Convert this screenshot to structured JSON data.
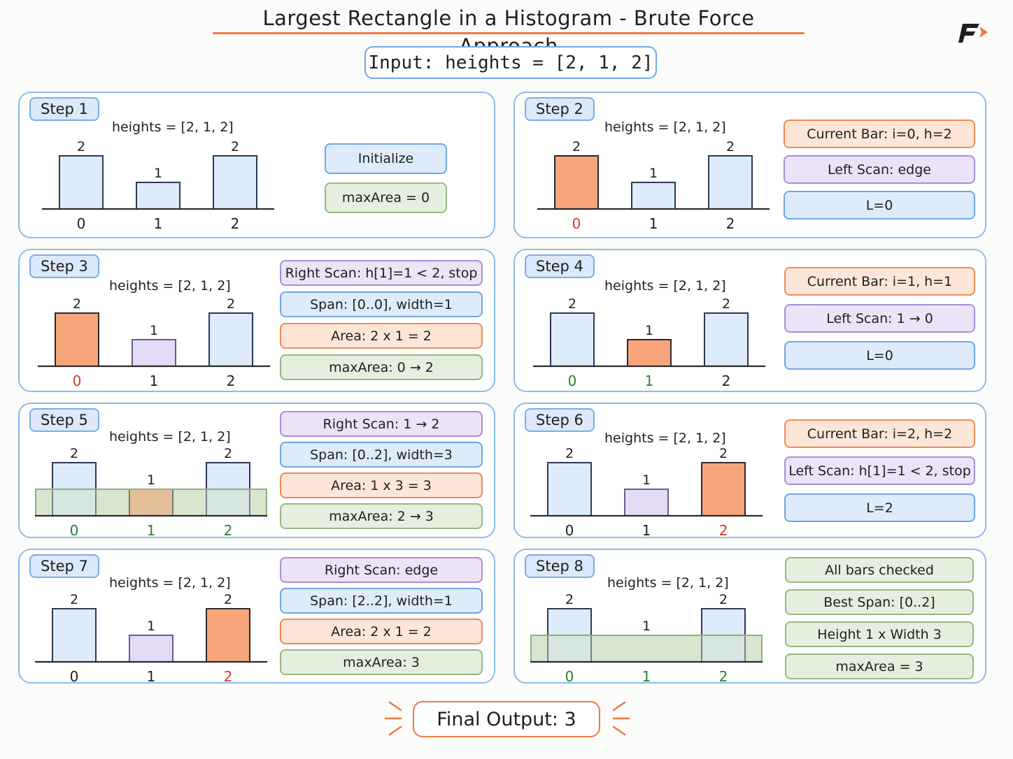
{
  "title": "Largest Rectangle in a Histogram - Brute Force Approach",
  "input": "Input: heights = [2, 1, 2]",
  "final_output": "Final Output: 3",
  "colors": {
    "blue": "#deebfb",
    "orange": "#f6a57b",
    "purple": "#e4dcf5",
    "green": "#dde9d3",
    "accent": "#ee7a43",
    "red_index": "#d9372b",
    "green_index": "#2e7d2e"
  },
  "steps": [
    {
      "badge": "Step 1",
      "heights_text": "heights = [2, 1, 2]",
      "bars": [
        {
          "index": "0",
          "value": 2,
          "label": "2",
          "fill": "blue",
          "index_color": "dark"
        },
        {
          "index": "1",
          "value": 1,
          "label": "1",
          "fill": "blue",
          "index_color": "dark"
        },
        {
          "index": "2",
          "value": 2,
          "label": "2",
          "fill": "blue",
          "index_color": "dark"
        }
      ],
      "infos": [
        {
          "text": "Initialize",
          "color": "blue"
        },
        {
          "text": "maxArea = 0",
          "color": "green"
        }
      ]
    },
    {
      "badge": "Step 2",
      "heights_text": "heights = [2, 1, 2]",
      "bars": [
        {
          "index": "0",
          "value": 2,
          "label": "2",
          "fill": "orange",
          "index_color": "red"
        },
        {
          "index": "1",
          "value": 1,
          "label": "1",
          "fill": "blue",
          "index_color": "dark"
        },
        {
          "index": "2",
          "value": 2,
          "label": "2",
          "fill": "blue",
          "index_color": "dark"
        }
      ],
      "infos": [
        {
          "text": "Current Bar: i=0, h=2",
          "color": "orange"
        },
        {
          "text": "Left Scan: edge",
          "color": "purple"
        },
        {
          "text": "L=0",
          "color": "blue"
        }
      ]
    },
    {
      "badge": "Step 3",
      "heights_text": "heights = [2, 1, 2]",
      "bars": [
        {
          "index": "0",
          "value": 2,
          "label": "2",
          "fill": "orange",
          "index_color": "red"
        },
        {
          "index": "1",
          "value": 1,
          "label": "1",
          "fill": "purple",
          "index_color": "dark"
        },
        {
          "index": "2",
          "value": 2,
          "label": "2",
          "fill": "blue",
          "index_color": "dark"
        }
      ],
      "infos": [
        {
          "text": "Right Scan: h[1]=1 < 2, stop",
          "color": "purple"
        },
        {
          "text": "Span: [0..0], width=1",
          "color": "blue"
        },
        {
          "text": "Area: 2 x 1 = 2",
          "color": "orange"
        },
        {
          "text": "maxArea: 0 → 2",
          "color": "green"
        }
      ]
    },
    {
      "badge": "Step 4",
      "heights_text": "heights = [2, 1, 2]",
      "bars": [
        {
          "index": "0",
          "value": 2,
          "label": "2",
          "fill": "blue",
          "index_color": "green"
        },
        {
          "index": "1",
          "value": 1,
          "label": "1",
          "fill": "orange",
          "index_color": "green"
        },
        {
          "index": "2",
          "value": 2,
          "label": "2",
          "fill": "blue",
          "index_color": "dark"
        }
      ],
      "infos": [
        {
          "text": "Current Bar: i=1, h=1",
          "color": "orange"
        },
        {
          "text": "Left Scan: 1 → 0",
          "color": "purple"
        },
        {
          "text": "L=0",
          "color": "blue"
        }
      ]
    },
    {
      "badge": "Step 5",
      "heights_text": "heights = [2, 1, 2]",
      "span": [
        0,
        2
      ],
      "bars": [
        {
          "index": "0",
          "value": 2,
          "label": "2",
          "fill": "blue",
          "index_color": "green"
        },
        {
          "index": "1",
          "value": 1,
          "label": "1",
          "fill": "orange",
          "index_color": "green"
        },
        {
          "index": "2",
          "value": 2,
          "label": "2",
          "fill": "blue",
          "index_color": "green"
        }
      ],
      "infos": [
        {
          "text": "Right Scan: 1 → 2",
          "color": "purple"
        },
        {
          "text": "Span: [0..2], width=3",
          "color": "blue"
        },
        {
          "text": "Area: 1 x 3 = 3",
          "color": "orange"
        },
        {
          "text": "maxArea: 2 → 3",
          "color": "green"
        }
      ]
    },
    {
      "badge": "Step 6",
      "heights_text": "heights = [2, 1, 2]",
      "bars": [
        {
          "index": "0",
          "value": 2,
          "label": "2",
          "fill": "blue",
          "index_color": "dark"
        },
        {
          "index": "1",
          "value": 1,
          "label": "1",
          "fill": "purple",
          "index_color": "dark"
        },
        {
          "index": "2",
          "value": 2,
          "label": "2",
          "fill": "orange",
          "index_color": "red"
        }
      ],
      "infos": [
        {
          "text": "Current Bar: i=2, h=2",
          "color": "orange"
        },
        {
          "text": "Left Scan: h[1]=1 < 2, stop",
          "color": "purple"
        },
        {
          "text": "L=2",
          "color": "blue"
        }
      ]
    },
    {
      "badge": "Step 7",
      "heights_text": "heights = [2, 1, 2]",
      "bars": [
        {
          "index": "0",
          "value": 2,
          "label": "2",
          "fill": "blue",
          "index_color": "dark"
        },
        {
          "index": "1",
          "value": 1,
          "label": "1",
          "fill": "purple",
          "index_color": "dark"
        },
        {
          "index": "2",
          "value": 2,
          "label": "2",
          "fill": "orange",
          "index_color": "red"
        }
      ],
      "infos": [
        {
          "text": "Right Scan: edge",
          "color": "purple"
        },
        {
          "text": "Span: [2..2], width=1",
          "color": "blue"
        },
        {
          "text": "Area: 2 x 1 = 2",
          "color": "orange"
        },
        {
          "text": "maxArea: 3",
          "color": "green"
        }
      ]
    },
    {
      "badge": "Step 8",
      "heights_text": "heights = [2, 1, 2]",
      "span": [
        0,
        2
      ],
      "bars": [
        {
          "index": "0",
          "value": 2,
          "label": "2",
          "fill": "blue",
          "index_color": "green"
        },
        {
          "index": "1",
          "value": 1,
          "label": "1",
          "fill": "none",
          "index_color": "green"
        },
        {
          "index": "2",
          "value": 2,
          "label": "2",
          "fill": "blue",
          "index_color": "green"
        }
      ],
      "infos": [
        {
          "text": "All bars checked",
          "color": "green"
        },
        {
          "text": "Best Span: [0..2]",
          "color": "green"
        },
        {
          "text": "Height 1 x Width 3",
          "color": "green"
        },
        {
          "text": "maxArea = 3",
          "color": "green"
        }
      ]
    }
  ]
}
